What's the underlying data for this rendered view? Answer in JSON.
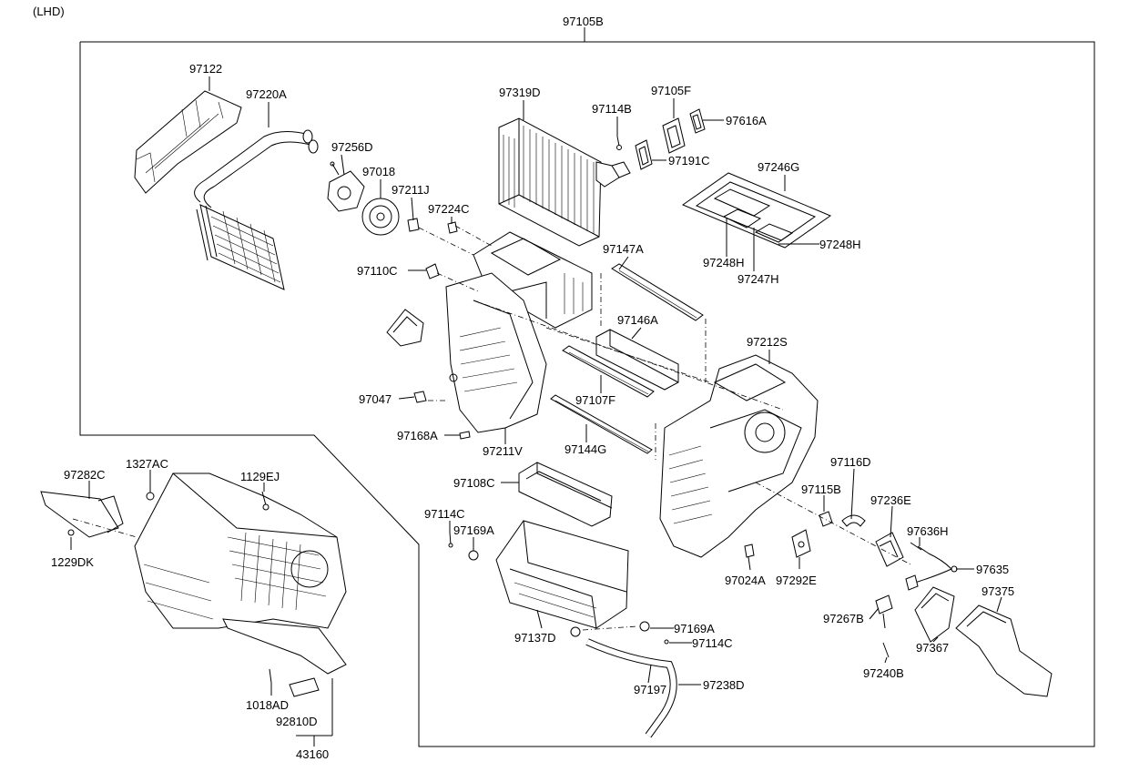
{
  "header": {
    "variant": "(LHD)"
  },
  "labels": {
    "assembly": "97105B",
    "l97122": "97122",
    "l97220A": "97220A",
    "l97256D": "97256D",
    "l97018": "97018",
    "l97211J": "97211J",
    "l97224C": "97224C",
    "l97319D": "97319D",
    "l97114B": "97114B",
    "l97105F": "97105F",
    "l97616A": "97616A",
    "l97191C": "97191C",
    "l97246G": "97246G",
    "l97248H_a": "97248H",
    "l97248H_b": "97248H",
    "l97247H": "97247H",
    "l97147A": "97147A",
    "l97110C": "97110C",
    "l97146A": "97146A",
    "l97212S": "97212S",
    "l97047": "97047",
    "l97107F": "97107F",
    "l97168A": "97168A",
    "l97211V": "97211V",
    "l97144G": "97144G",
    "l97116D": "97116D",
    "l97282C": "97282C",
    "l1327AC": "1327AC",
    "l1129EJ": "1129EJ",
    "l97108C": "97108C",
    "l97115B": "97115B",
    "l97236E": "97236E",
    "l97114C_a": "97114C",
    "l97169A_a": "97169A",
    "l97636H": "97636H",
    "l1229DK": "1229DK",
    "l97024A": "97024A",
    "l97292E": "97292E",
    "l97635": "97635",
    "l97375": "97375",
    "l97267B": "97267B",
    "l97169A_b": "97169A",
    "l97137D": "97137D",
    "l97114C_b": "97114C",
    "l97367": "97367",
    "l97240B": "97240B",
    "l97197": "97197",
    "l97238D": "97238D",
    "l1018AD": "1018AD",
    "l92810D": "92810D",
    "l43160": "43160"
  },
  "icons": {
    "heater_core": "heater-core-icon",
    "evaporator": "evaporator-core-icon",
    "filter": "cabin-air-filter-icon"
  }
}
